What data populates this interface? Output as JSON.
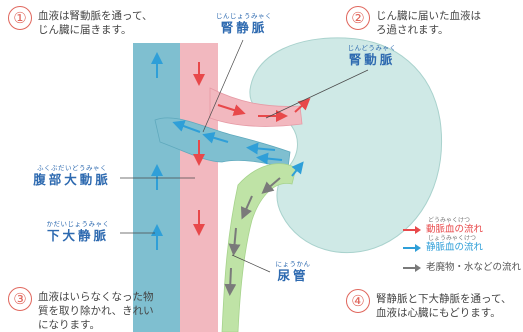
{
  "steps": [
    {
      "num": "①",
      "text": "血液は腎動脈を通って、\nじん臓に届きます。"
    },
    {
      "num": "②",
      "text": "じん臓に届いた血液は\nろ過されます。"
    },
    {
      "num": "③",
      "text": "血液はいらなくなった物\n質を取り除かれ、きれい\nになります。"
    },
    {
      "num": "④",
      "text": "腎静脈と下大静脈を通って、\n血液は心臓にもどります。"
    }
  ],
  "labels": {
    "renal_vein": {
      "ruby": "じんじょうみゃく",
      "main": "腎静脈"
    },
    "renal_artery": {
      "ruby": "じんどうみゃく",
      "main": "腎動脈"
    },
    "aorta": {
      "ruby": "ふくぶだいどうみゃく",
      "main": "腹部大動脈"
    },
    "ivc": {
      "ruby": "かだいじょうみゃく",
      "main": "下大静脈"
    },
    "ureter": {
      "ruby": "にょうかん",
      "main": "尿管"
    }
  },
  "legend": [
    {
      "ruby": "どうみゃくけつ",
      "text": "動脈血の流れ",
      "color": "#e8484a"
    },
    {
      "ruby": "じょうみゃくけつ",
      "text": "静脈血の流れ",
      "color": "#2f9fd8"
    },
    {
      "ruby": "",
      "text": "老廃物・水などの流れ",
      "color": "#7a7a7a"
    }
  ],
  "colors": {
    "artery_fill": "#f2b8bf",
    "vein_fill": "#7fbfd0",
    "kidney_fill": "#cfe9e6",
    "ureter_fill": "#bfe3a6",
    "step_number": "#e0665c",
    "label_text": "#2e6ab0"
  },
  "icons": {
    "red_arrow": "red-arrow-icon",
    "blue_arrow": "blue-arrow-icon",
    "gray_arrow": "gray-arrow-icon"
  }
}
